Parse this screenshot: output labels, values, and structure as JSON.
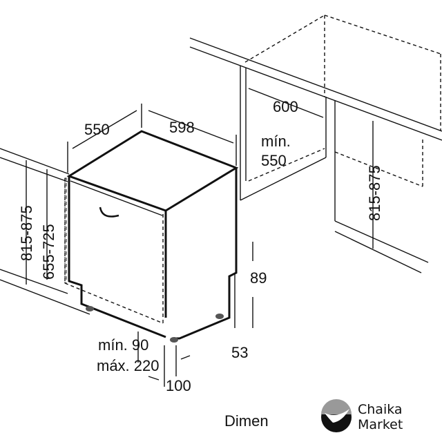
{
  "dimensions": {
    "depth_label": "550",
    "width_label": "598",
    "niche_width_label": "600",
    "niche_depth_min_prefix": "mín.",
    "niche_depth_min_value": "550",
    "total_height_left": "815-875",
    "door_height": "655-725",
    "niche_height_right": "815-875",
    "plinth_top": "89",
    "plinth_bottom": "53",
    "foot_min": "mín. 90",
    "foot_max": "máx. 220",
    "foot_offset": "100"
  },
  "caption": "Dimen",
  "logo": {
    "line1": "Chaika",
    "line2": "Market"
  }
}
